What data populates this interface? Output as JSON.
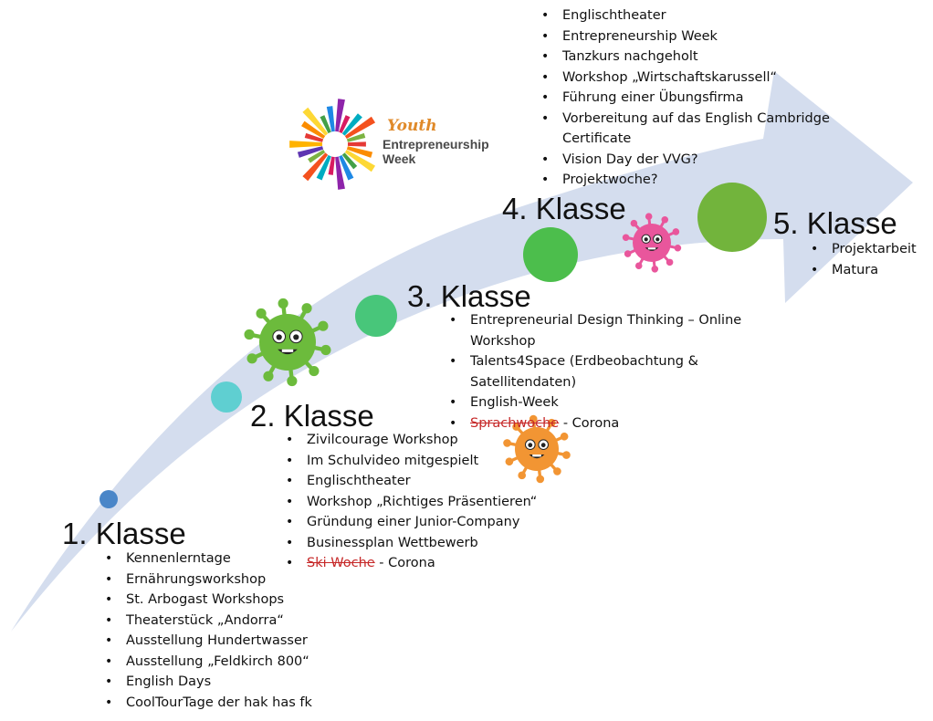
{
  "colors": {
    "arrow": "#d4ddee",
    "dot1": "#4a86c8",
    "dot2": "#5fcfd1",
    "dot3": "#48c67a",
    "dot4": "#4cbe4c",
    "dot5": "#72b43c",
    "virus_green": "#6cbb3c",
    "virus_pink": "#e9569c",
    "virus_orange": "#f29533",
    "strike": "#c62828"
  },
  "logo": {
    "line1": "Youth",
    "line2": "Entrepreneurship",
    "line3": "Week"
  },
  "stages": [
    {
      "title": "1. Klasse",
      "items": [
        {
          "text": "Kennenlerntage"
        },
        {
          "text": "Ernährungsworkshop"
        },
        {
          "text": "St. Arbogast Workshops"
        },
        {
          "text": "Theaterstück „Andorra“"
        },
        {
          "text": "Ausstellung Hundertwasser"
        },
        {
          "text": "Ausstellung „Feldkirch 800“"
        },
        {
          "text": "English Days"
        },
        {
          "text": "CoolTourTage der hak has fk"
        }
      ]
    },
    {
      "title": "2. Klasse",
      "items": [
        {
          "text": "Zivilcourage Workshop"
        },
        {
          "text": "Im Schulvideo mitgespielt"
        },
        {
          "text": "Englischtheater"
        },
        {
          "text": "Workshop „Richtiges Präsentieren“"
        },
        {
          "text": "Gründung einer Junior-Company"
        },
        {
          "text": "Businessplan Wettbewerb"
        },
        {
          "struck": "Ski Woche",
          "text": " - Corona"
        }
      ]
    },
    {
      "title": "3. Klasse",
      "items": [
        {
          "text": "Entrepreneurial Design Thinking – Online Workshop"
        },
        {
          "text": "Talents4Space (Erdbeobachtung & Satellitendaten)"
        },
        {
          "text": "English-Week"
        },
        {
          "struck": "Sprachwoche",
          "text": " - Corona"
        }
      ]
    },
    {
      "title": "4. Klasse",
      "items": [
        {
          "text": "Englischtheater"
        },
        {
          "text": "Entrepreneurship Week"
        },
        {
          "text": "Tanzkurs nachgeholt"
        },
        {
          "text": "Workshop „Wirtschaftskarussell“"
        },
        {
          "text": "Führung einer Übungsfirma"
        },
        {
          "text": "Vorbereitung auf das English Cambridge Certificate"
        },
        {
          "text": "Vision Day der VVG?"
        },
        {
          "text": "Projektwoche?"
        }
      ]
    },
    {
      "title": "5. Klasse",
      "items": [
        {
          "text": "Projektarbeit"
        },
        {
          "text": "Matura"
        }
      ]
    }
  ]
}
